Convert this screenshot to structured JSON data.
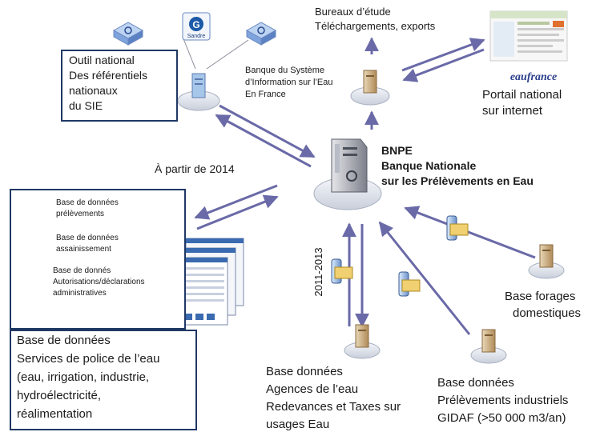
{
  "outil": {
    "line1": "Outil national",
    "line2": "Des référentiels",
    "line3": "nationaux",
    "line4": "du SIE"
  },
  "sandre_logo": "Sandre",
  "bureaux": {
    "line1": "Bureaux d’étude",
    "line2": "Téléchargements, exports"
  },
  "banque_sie": {
    "line1": "Banque du Système",
    "line2": "d’Information sur l’Eau",
    "line3": "En France"
  },
  "eaufrance_logo": "eaufrance",
  "portail": {
    "line1": "Portail national",
    "line2": "sur internet"
  },
  "bnpe": {
    "line1": "BNPE",
    "line2": "Banque Nationale",
    "line3": "sur les Prélèvements en Eau"
  },
  "a_partir": "À partir de 2014",
  "years": "2011-2013",
  "db_left": {
    "item1": {
      "line1": "Base de données",
      "line2": "prélèvements"
    },
    "item2": {
      "line1": "Base de données",
      "line2": "assainissement"
    },
    "item3": {
      "line1": "Base de donnés",
      "line2": "Autorisations/déclarations",
      "line3": "administratives"
    }
  },
  "police": {
    "line1": "Base de données",
    "line2": "Services de police de l’eau",
    "line3": "(eau, irrigation, industrie,",
    "line4": "hydroélectricité,",
    "line5": "réalimentation"
  },
  "forages": {
    "line1": "Base forages",
    "line2": "domestiques"
  },
  "agences": {
    "line1": "Base données",
    "line2": "Agences de l’eau",
    "line3": "Redevances et Taxes sur",
    "line4": "usages Eau"
  },
  "gidaf": {
    "line1": "Base données",
    "line2": "Prélèvements industriels",
    "line3": "GIDAF (>50 000 m3/an)"
  },
  "colors": {
    "arrow": "#6a6aa8",
    "frame": "#1f3864",
    "server": "#c8a878",
    "disc": "#d8dce6"
  }
}
